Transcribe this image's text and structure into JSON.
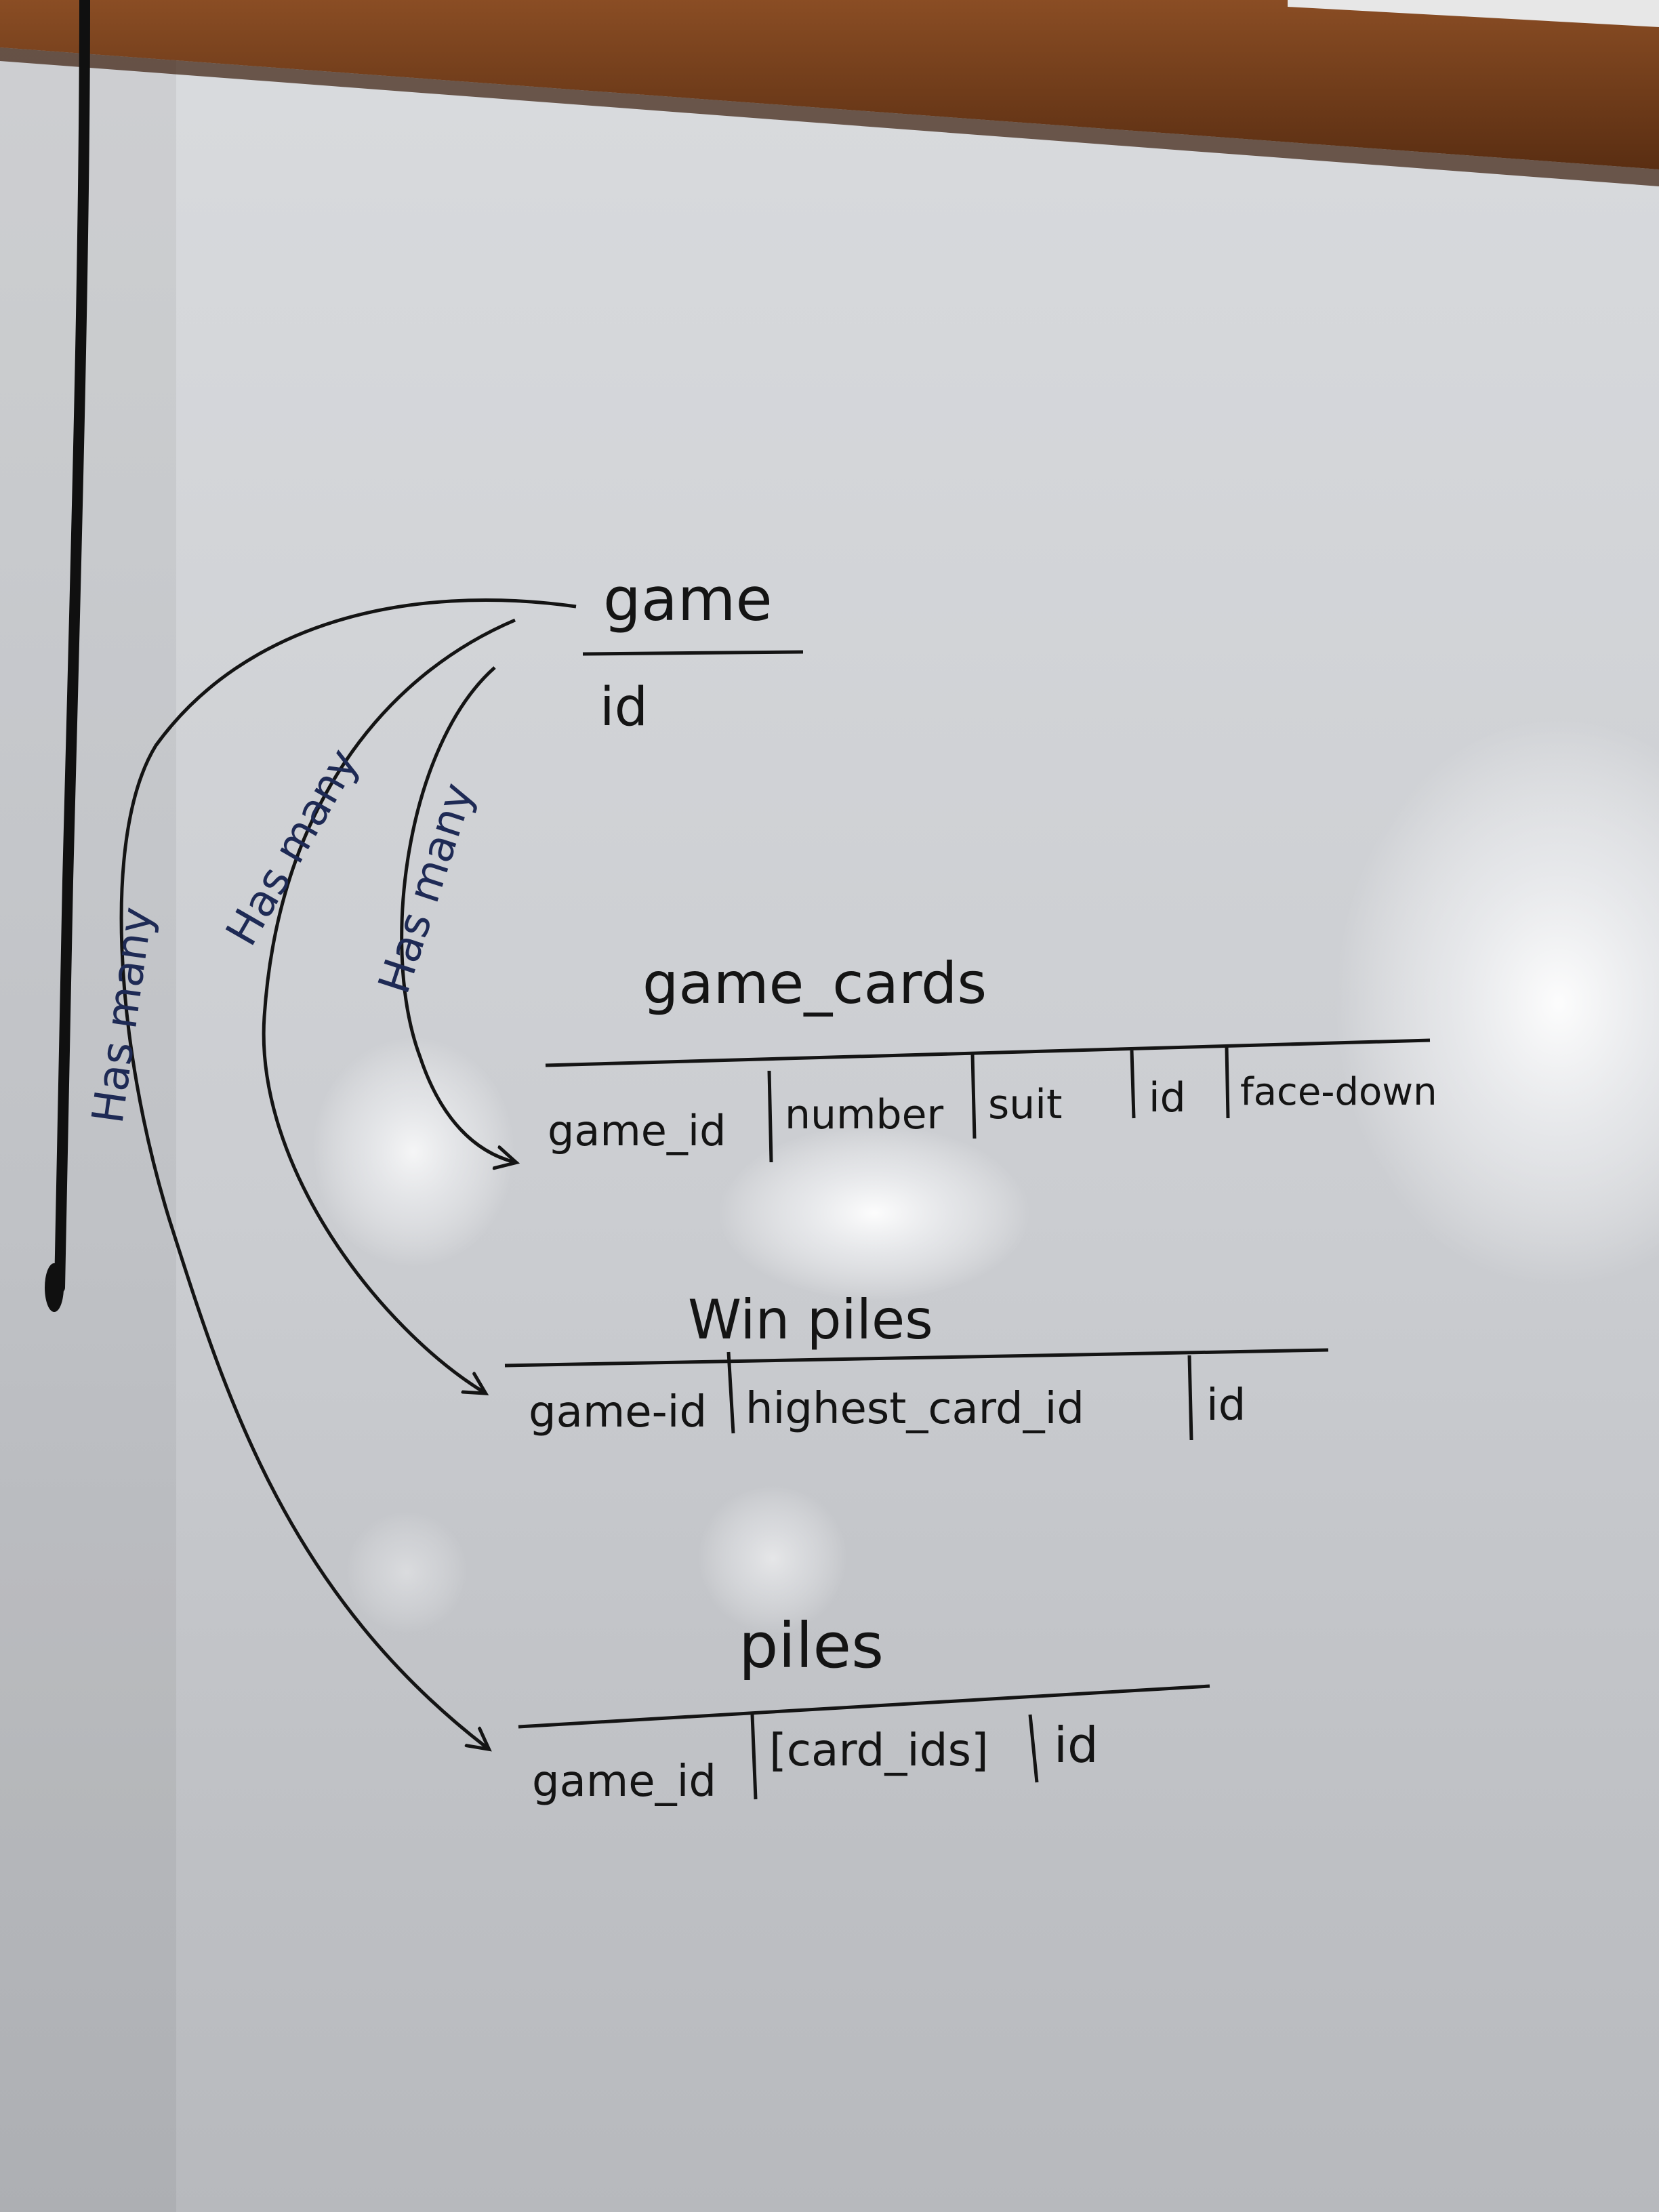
{
  "diagram": {
    "entities": [
      {
        "name": "game",
        "fields": [
          "id"
        ]
      },
      {
        "name": "game_cards",
        "fields": [
          "game_id",
          "number",
          "suit",
          "id",
          "face-down"
        ]
      },
      {
        "name": "Win piles",
        "fields": [
          "game-id",
          "highest_card_id",
          "id"
        ]
      },
      {
        "name": "piles",
        "fields": [
          "game_id",
          "[card_ids]",
          "id"
        ]
      }
    ],
    "relations": [
      {
        "from": "game",
        "to": "game_cards",
        "label": "Has many"
      },
      {
        "from": "game",
        "to": "Win piles",
        "label": "Has many"
      },
      {
        "from": "game",
        "to": "piles",
        "label": "Has many"
      }
    ]
  },
  "colors": {
    "board": "#cfd1d4",
    "frame": "#6b3a1a",
    "marker_black": "#141414",
    "marker_blue": "#1e2a55",
    "cord": "#101010"
  }
}
